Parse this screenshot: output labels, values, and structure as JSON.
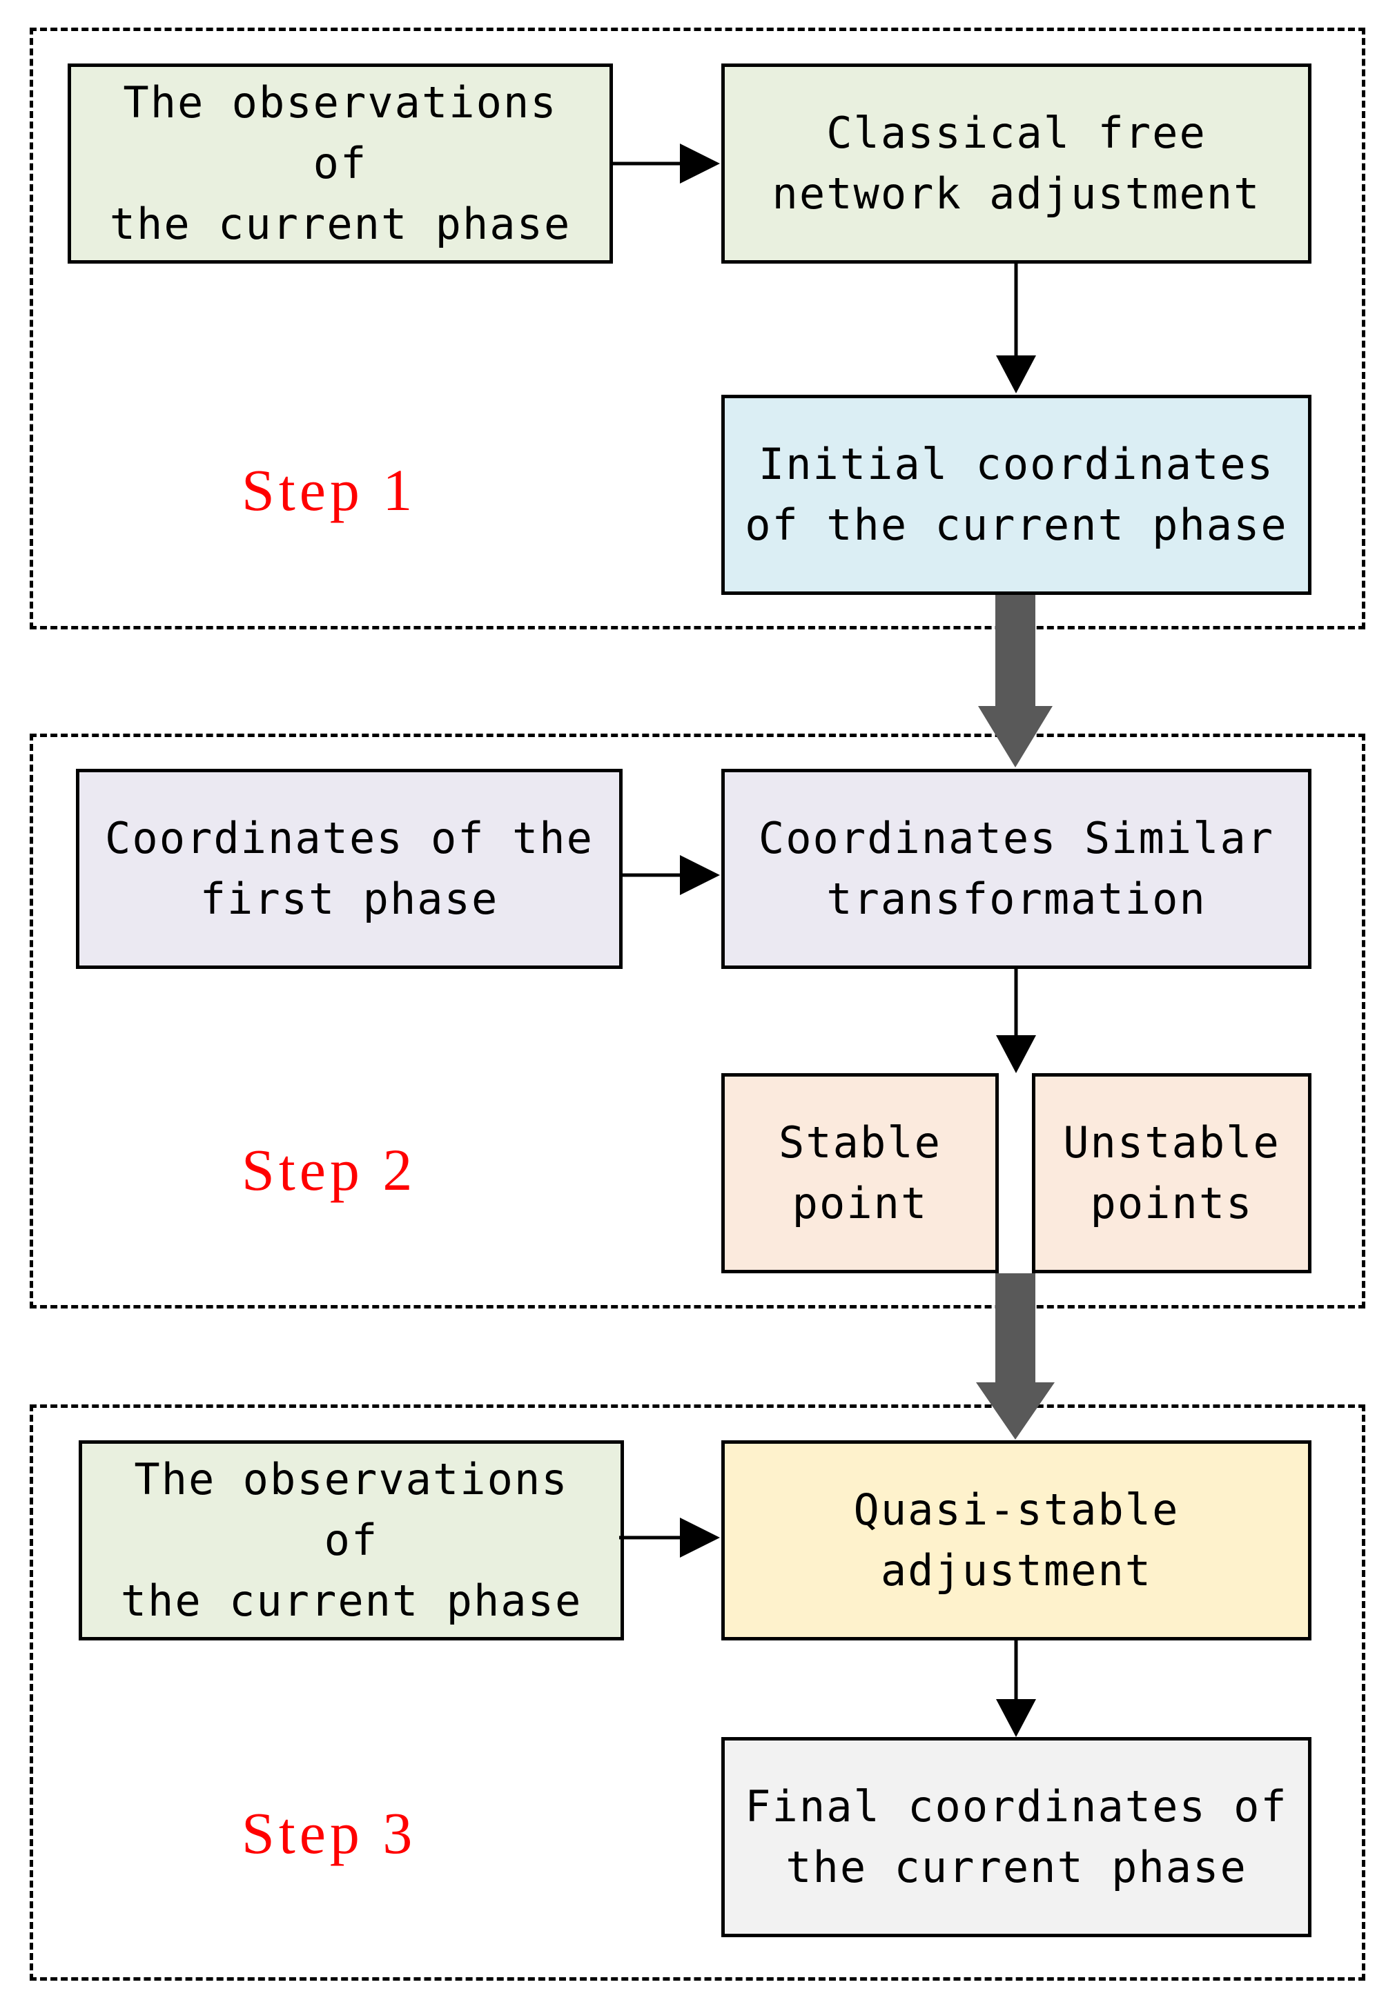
{
  "colors": {
    "green_fill": "#e9f0df",
    "blue_fill": "#dbeef4",
    "lavender_fill": "#ebe9f2",
    "peach_fill": "#fbeadd",
    "yellow_fill": "#fef2cc",
    "gray_fill": "#f2f2f2",
    "step_text": "#ff0000",
    "big_arrow": "#595959"
  },
  "steps": [
    {
      "label": "Step 1"
    },
    {
      "label": "Step 2"
    },
    {
      "label": "Step 3"
    }
  ],
  "nodes": {
    "obs1": "The observations of\nthe current phase",
    "classical": "Classical free\nnetwork adjustment",
    "initial": "Initial coordinates\nof the current phase",
    "first_phase": "Coordinates of the\nfirst phase",
    "similar": "Coordinates Similar\ntransformation",
    "stable": "Stable\npoint",
    "unstable": "Unstable\npoints",
    "obs2": "The observations of\nthe current phase",
    "quasi": "Quasi-stable\nadjustment",
    "final": "Final coordinates of\nthe current phase"
  },
  "edges": [
    {
      "from": "obs1",
      "to": "classical"
    },
    {
      "from": "classical",
      "to": "initial"
    },
    {
      "from": "initial",
      "to": "similar"
    },
    {
      "from": "first_phase",
      "to": "similar"
    },
    {
      "from": "similar",
      "to": "stable"
    },
    {
      "from": "unstable",
      "to": "quasi"
    },
    {
      "from": "obs2",
      "to": "quasi"
    },
    {
      "from": "quasi",
      "to": "final"
    }
  ]
}
